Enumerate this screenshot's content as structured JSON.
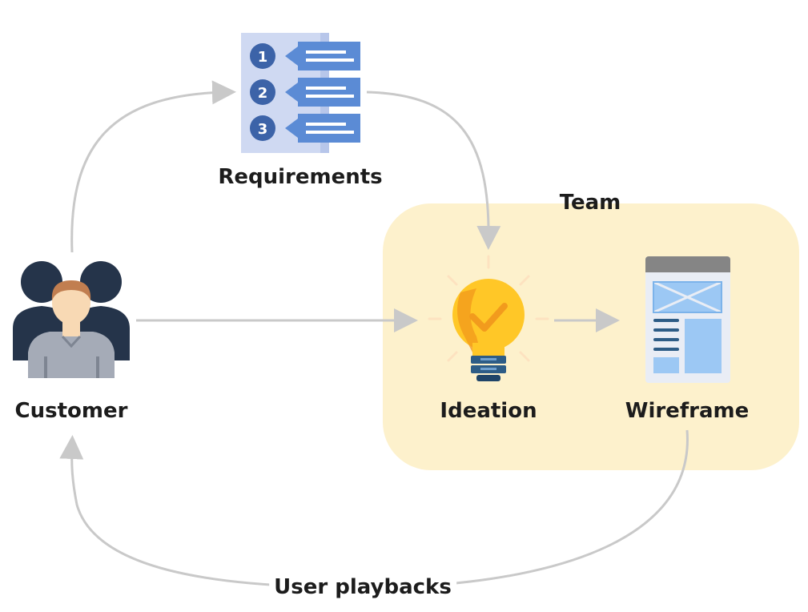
{
  "diagram": {
    "nodes": {
      "requirements": {
        "label": "Requirements",
        "list_numbers": [
          "1",
          "2",
          "3"
        ]
      },
      "customer": {
        "label": "Customer"
      },
      "ideation": {
        "label": "Ideation"
      },
      "wireframe": {
        "label": "Wireframe"
      }
    },
    "group": {
      "label": "Team"
    },
    "edges": {
      "playback": {
        "label": "User playbacks"
      }
    }
  },
  "colors": {
    "team_background": "#fdf1cc",
    "arrow": "#c9c9c9",
    "list_blue": "#5b8bd5",
    "list_dark": "#3c63a8",
    "list_paper": "#cfd9f2",
    "bulb": "#ffc727",
    "bulb_dark": "#f29b1d",
    "bulb_base": "#2d5c86",
    "person_dark": "#25344a",
    "person_skin": "#f8d9b4",
    "person_hair": "#c17e50",
    "person_shirt": "#a5abb7",
    "wireframe_panel": "#9cc8f4",
    "wireframe_header": "#858585"
  }
}
